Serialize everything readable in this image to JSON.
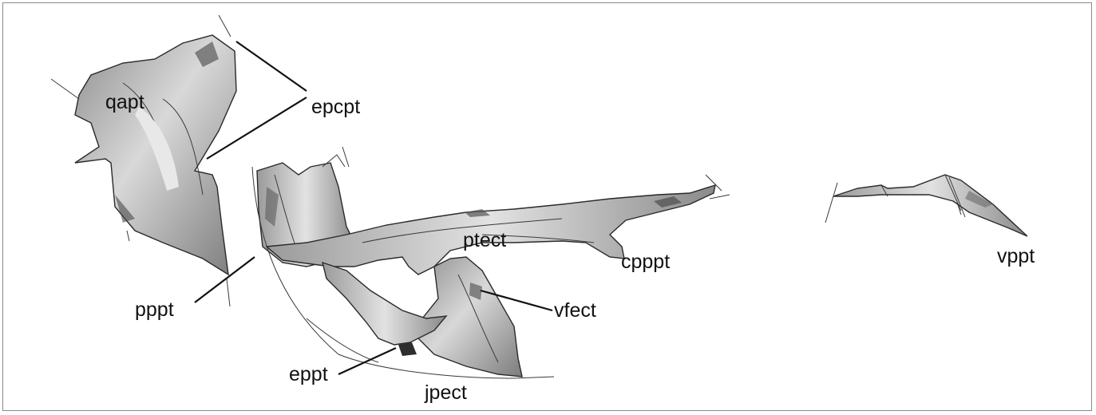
{
  "labels": {
    "qapt": "qapt",
    "epcpt": "epcpt",
    "ptect": "ptect",
    "cpppt": "cpppt",
    "pppt": "pppt",
    "vfect": "vfect",
    "eppt": "eppt",
    "jpect": "jpect",
    "vppt": "vppt"
  },
  "colors": {
    "bone_fill": "#9a9a9a",
    "bone_light": "#d9d9d9",
    "bone_dark": "#4a4a4a",
    "outline": "#2a2a2a",
    "frame": "#8a8a8a"
  }
}
